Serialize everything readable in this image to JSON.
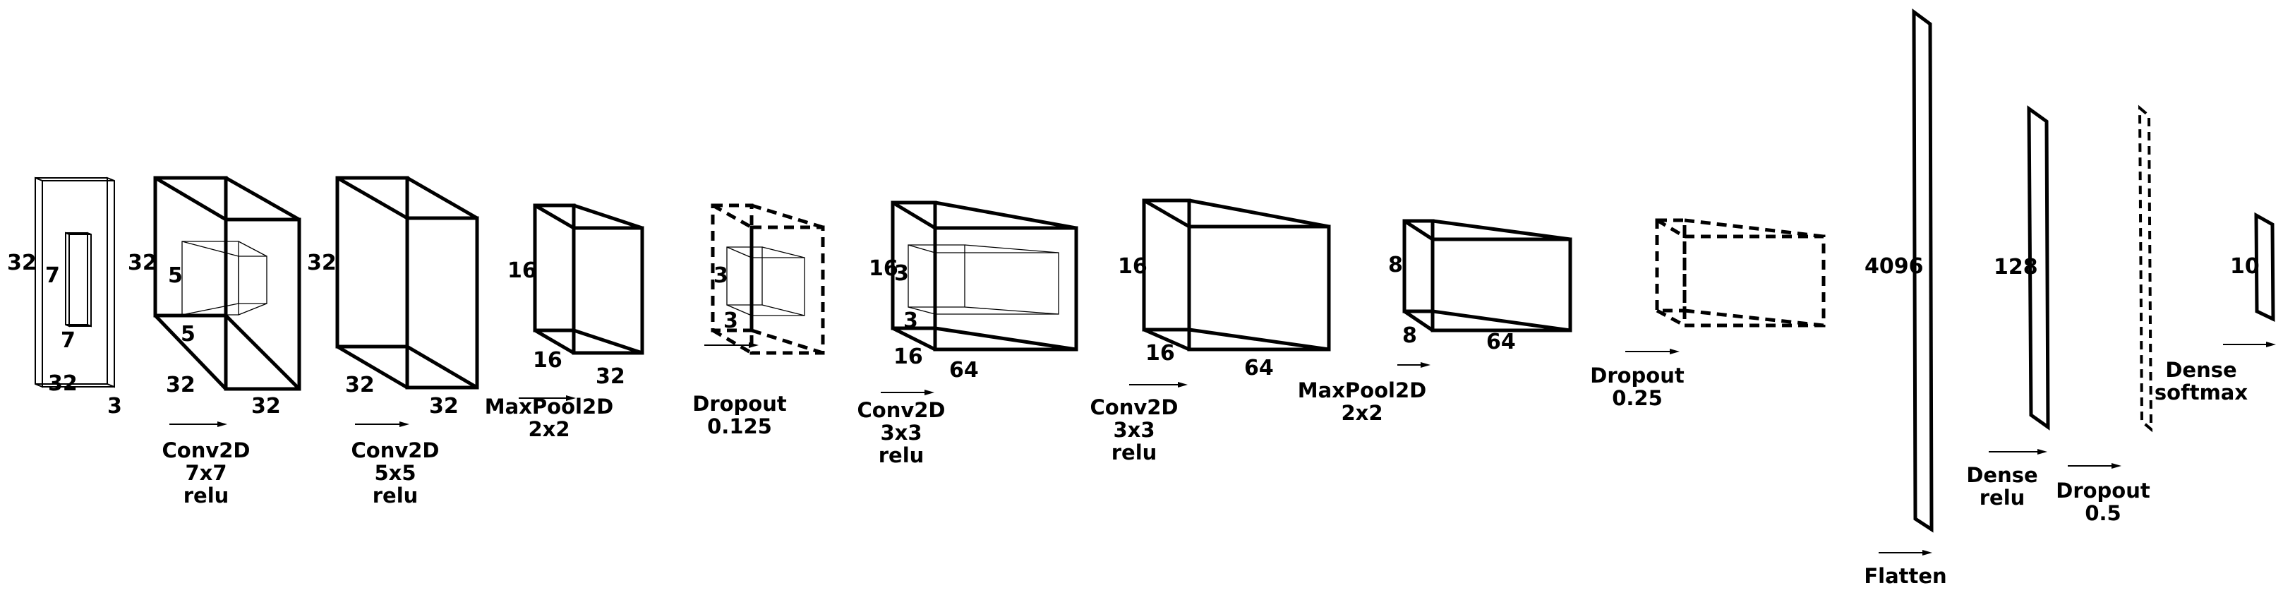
{
  "layers": [
    {
      "id": "input",
      "dims": {
        "h": "32",
        "w": "32",
        "d": "3"
      },
      "kernel": {
        "h": "7",
        "w": "7"
      }
    },
    {
      "id": "conv1",
      "dims": {
        "h": "32",
        "w": "32",
        "d": "32"
      },
      "kernel": {
        "h": "5",
        "w": "5"
      },
      "caption": [
        "Conv2D",
        "7x7",
        "relu"
      ]
    },
    {
      "id": "conv2",
      "dims": {
        "h": "32",
        "w": "32",
        "d": "32"
      },
      "caption": [
        "Conv2D",
        "5x5",
        "relu"
      ]
    },
    {
      "id": "pool1",
      "dims": {
        "h": "16",
        "w": "16",
        "d": "32"
      },
      "caption": [
        "MaxPool2D",
        "2x2"
      ]
    },
    {
      "id": "drop1",
      "kernel": {
        "h": "3",
        "w": "3"
      },
      "caption": [
        "Dropout",
        "0.125"
      ]
    },
    {
      "id": "conv3",
      "dims": {
        "h": "16",
        "w": "16",
        "d": "64"
      },
      "kernel": {
        "h": "3",
        "w": "3"
      },
      "caption": [
        "Conv2D",
        "3x3",
        "relu"
      ]
    },
    {
      "id": "conv4",
      "dims": {
        "h": "16",
        "w": "16",
        "d": "64"
      },
      "caption": [
        "Conv2D",
        "3x3",
        "relu"
      ]
    },
    {
      "id": "pool2",
      "dims": {
        "h": "8",
        "w": "8",
        "d": "64"
      },
      "caption": [
        "MaxPool2D",
        "2x2"
      ]
    },
    {
      "id": "drop2",
      "caption": [
        "Dropout",
        "0.25"
      ]
    },
    {
      "id": "flatten",
      "size": "4096",
      "caption": [
        "Flatten"
      ]
    },
    {
      "id": "dense1",
      "size": "128",
      "caption": [
        "Dense",
        "relu"
      ]
    },
    {
      "id": "drop3",
      "caption": [
        "Dropout",
        "0.5"
      ]
    },
    {
      "id": "dense2",
      "size": "10",
      "caption": [
        "Dense",
        "softmax"
      ]
    }
  ]
}
